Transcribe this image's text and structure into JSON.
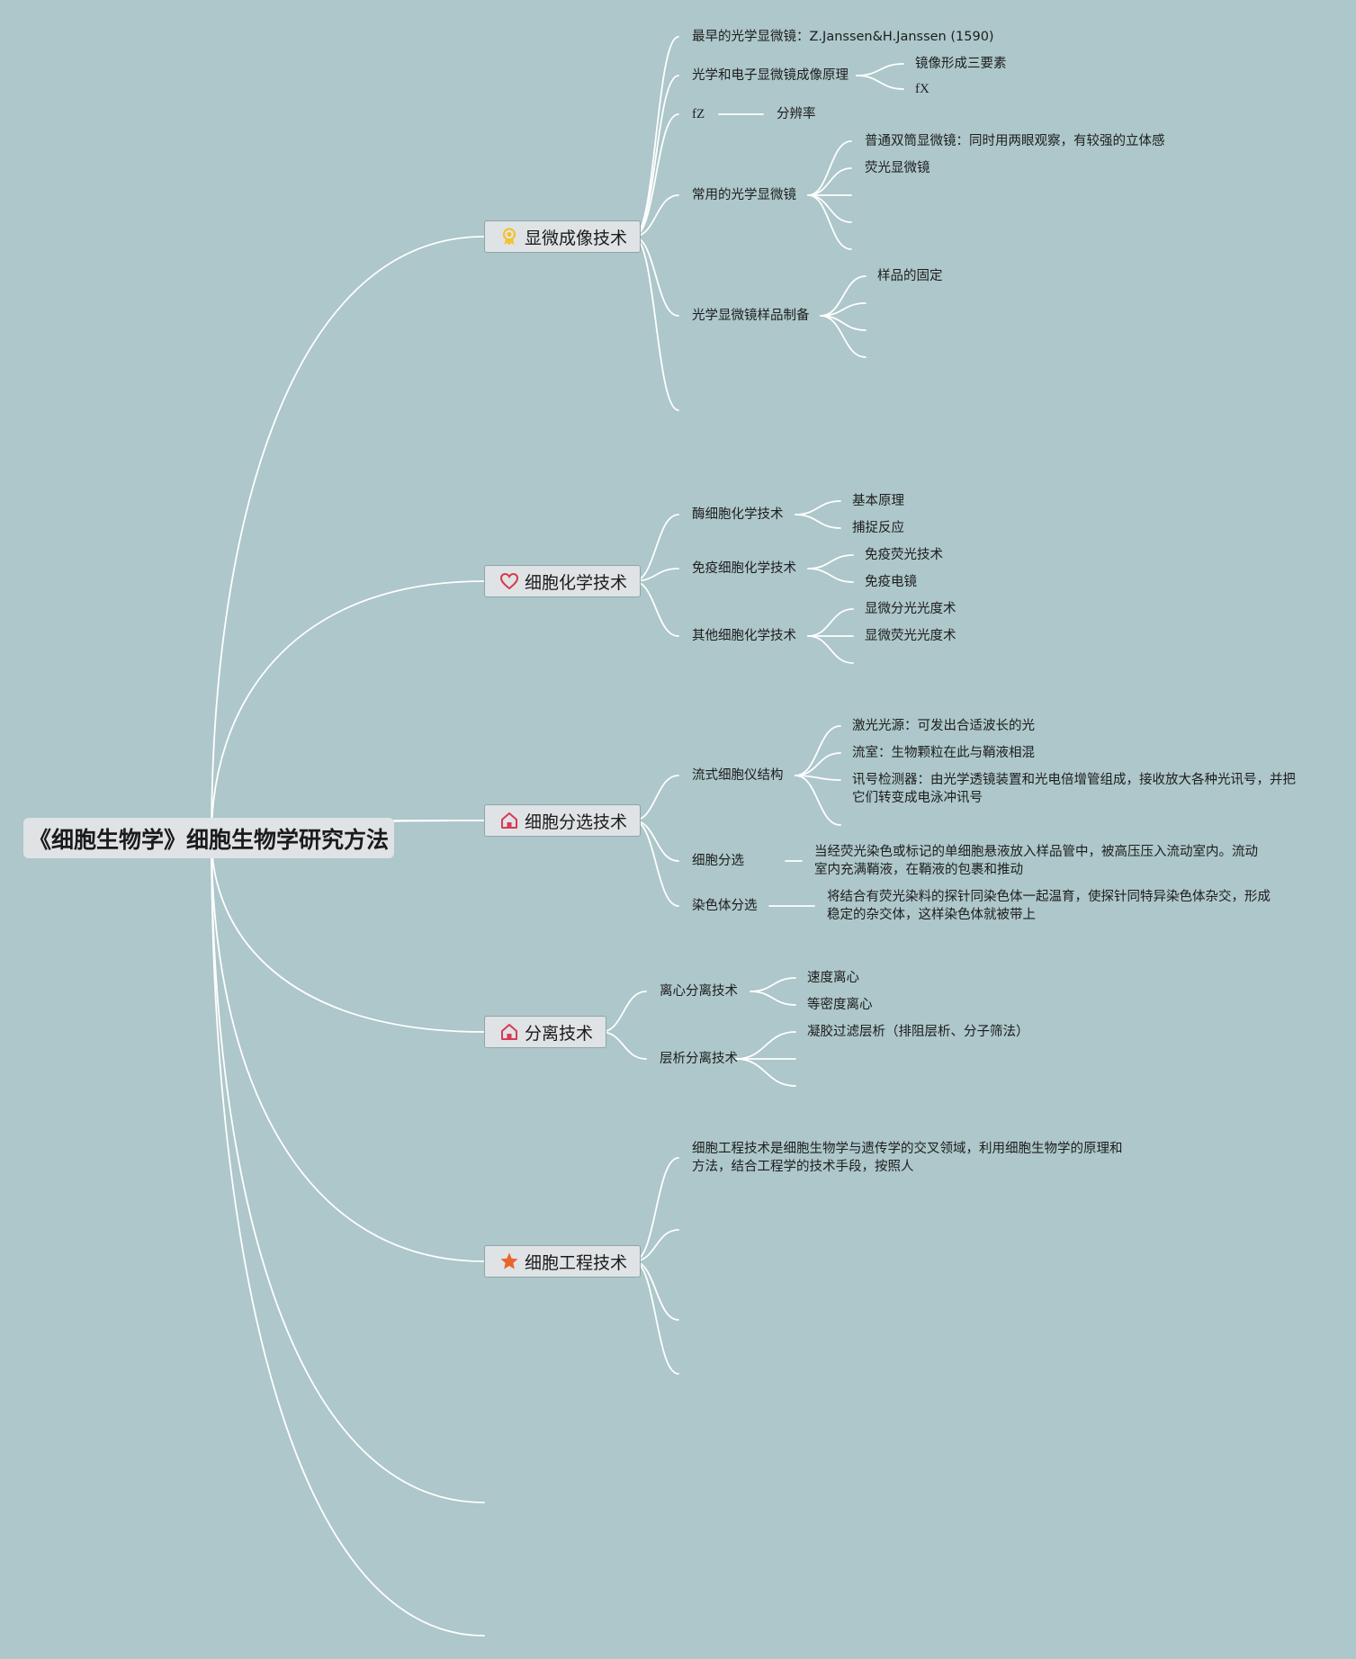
{
  "root": {
    "title": "《细胞生物学》细胞生物学研究方法"
  },
  "topics": {
    "microscopy": {
      "label": "显微成像技术",
      "icon": "award-medal-icon",
      "items": {
        "earliest": "最早的光学显微镜：Z.Janssen&H.Janssen (1590)",
        "principle": "光学和电子显微镜成像原理",
        "principle_children": [
          "镜像形成三要素",
          "fX"
        ],
        "fz": "fZ",
        "fz_child": "分辨率",
        "common": "常用的光学显微镜",
        "common_children": [
          "普通双筒显微镜：同时用两眼观察，有较强的立体感",
          "荧光显微镜"
        ],
        "sample": "光学显微镜样品制备",
        "sample_children": [
          "样品的固定"
        ]
      }
    },
    "cytochem": {
      "label": "细胞化学技术",
      "icon": "heart-icon",
      "items": {
        "enzyme": "酶细胞化学技术",
        "enzyme_children": [
          "基本原理",
          "捕捉反应"
        ],
        "immuno": "免疫细胞化学技术",
        "immuno_children": [
          "免疫荧光技术",
          "免疫电镜"
        ],
        "other": "其他细胞化学技术",
        "other_children": [
          "显微分光光度术",
          "显微荧光光度术"
        ]
      }
    },
    "sorting": {
      "label": "细胞分选技术",
      "icon": "home-icon",
      "items": {
        "flow": "流式细胞仪结构",
        "flow_children": [
          "激光光源：可发出合适波长的光",
          "流室：生物颗粒在此与鞘液相混",
          "讯号检测器：由光学透镜装置和光电倍增管组成，接收放大各种光讯号，并把它们转变成电泳冲讯号"
        ],
        "cell_sort": "细胞分选",
        "cell_sort_child": "当经荧光染色或标记的单细胞悬液放入样品管中，被高压压入流动室内。流动室内充满鞘液，在鞘液的包裹和推动",
        "chrom_sort": "染色体分选",
        "chrom_sort_child": "将结合有荧光染料的探针同染色体一起温育，使探针同特异染色体杂交，形成稳定的杂交体，这样染色体就被带上"
      }
    },
    "separation": {
      "label": "分离技术",
      "icon": "home-icon",
      "items": {
        "centrifuge": "离心分离技术",
        "centrifuge_children": [
          "速度离心",
          "等密度离心"
        ],
        "chromatography": "层析分离技术",
        "chromatography_children": [
          "凝胶过滤层析（排阻层析、分子筛法）"
        ]
      }
    },
    "engineering": {
      "label": "细胞工程技术",
      "icon": "star-icon",
      "items": {
        "intro": "细胞工程技术是细胞生物学与遗传学的交叉领域，利用细胞生物学的原理和方法，结合工程学的技术手段，按照人"
      }
    }
  },
  "colors": {
    "background": "#adc7ca",
    "link": "#ffffff",
    "node_fill": "#dfe3e6",
    "node_border": "#8fa5a8",
    "award": "#f2c230",
    "heart": "#d83a4a",
    "home": "#d83a57",
    "star": "#e8652a"
  }
}
